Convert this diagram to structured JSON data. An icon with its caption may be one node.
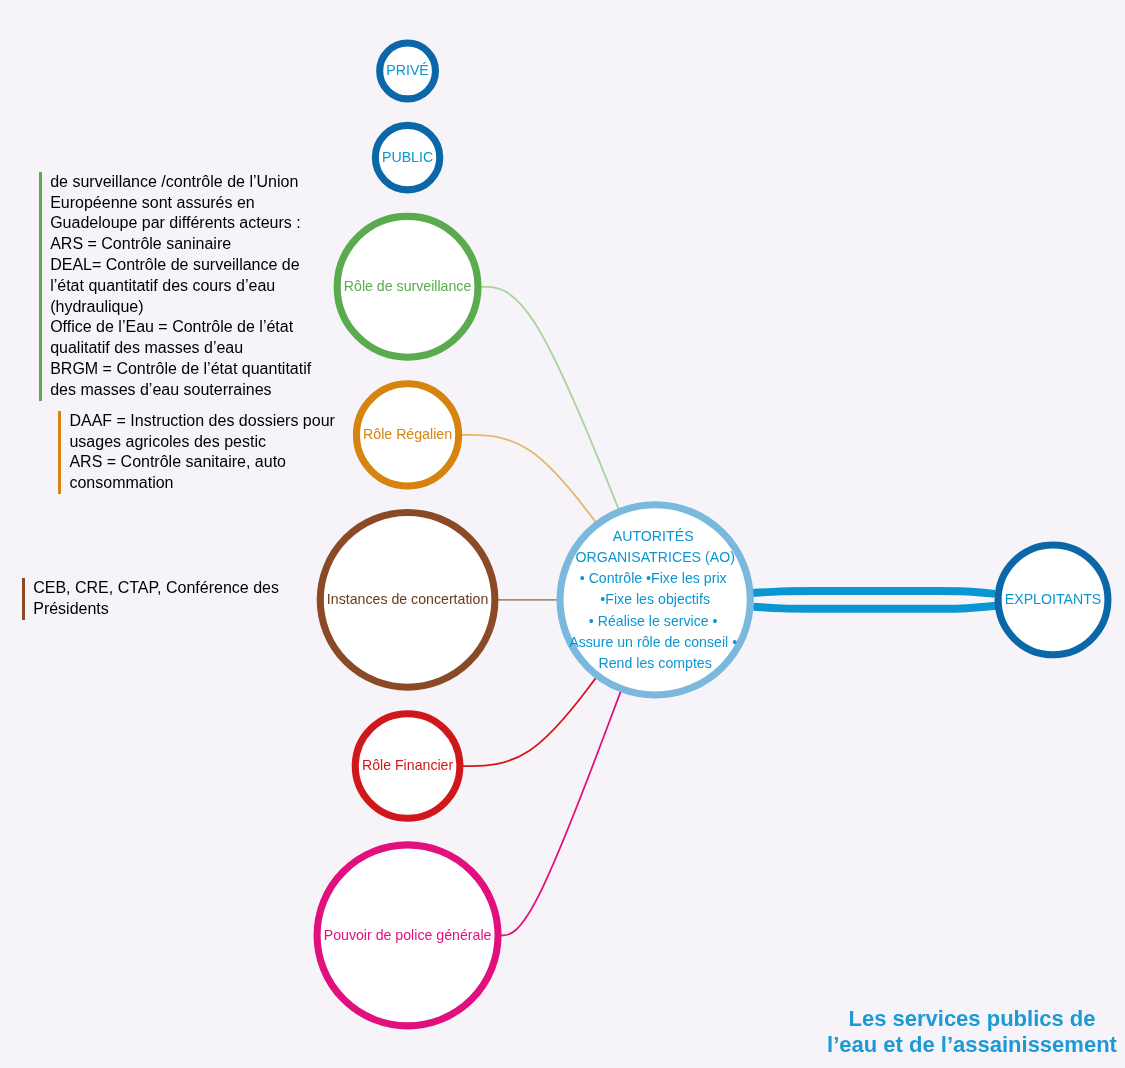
{
  "diagram": {
    "nodes": [
      {
        "text": [
          "AUTORITÉS ORGANISATRICES (AO)",
          "• Contrôle •Fixe les prix •Fixe les objectifs",
          "• Réalise le service • Assure un rôle de conseil • Rend les comptes"
        ]
      },
      {
        "text": [
          "EXPLOITANTS"
        ]
      },
      {
        "text": [
          "PRIVÉ"
        ]
      },
      {
        "text": [
          "PUBLIC"
        ]
      },
      {
        "text": [
          "Rôle de surveillance"
        ],
        "beside": [
          "de surveillance /contrôle de l’Union Européenne sont assurés en Guadeloupe par différents acteurs :",
          "ARS = Contrôle saninaire",
          "DEAL= Contrôle de surveillance de l’état quantitatif des cours d’eau (hydraulique)",
          "Office de l’Eau = Contrôle de l’état qualitatif des masses d’eau",
          "BRGM = Contrôle de l’état quantitatif des masses d’eau souterraines"
        ]
      },
      {
        "text": [
          "Rôle Régalien"
        ],
        "beside": [
          "DAAF = Instruction des dossiers pour usages agricoles des pestic",
          "ARS = Contrôle sanitaire, auto consommation"
        ]
      },
      {
        "text": [
          "Instances de concertation"
        ],
        "beside": [
          "CEB, CRE, CTAP, Conférence des Présidents"
        ]
      },
      {
        "text": [
          "Rôle Financier"
        ]
      },
      {
        "text": [
          "Pouvoir de police générale"
        ]
      }
    ],
    "edges": [
      {
        "from": 4,
        "to": 0,
        "arrow": "none",
        "color": "#a8d39a"
      },
      {
        "from": 5,
        "to": 0,
        "arrow": "none",
        "color": "#eab46a"
      },
      {
        "from": 6,
        "to": 0,
        "arrow": "none",
        "color": "#a88c74"
      },
      {
        "from": 7,
        "to": 0,
        "arrow": "none",
        "color": "#d0171c"
      },
      {
        "from": 8,
        "to": 0,
        "arrow": "none",
        "color": "#e0117f"
      },
      {
        "from": 0,
        "to": 1,
        "arrow": "to",
        "style": "thick",
        "color": "#0a96d2"
      },
      {
        "from": 1,
        "to": 0,
        "arrow": "to",
        "style": "thick",
        "color": "#0a96d2"
      }
    ],
    "labels": [
      "Les services publics de l’eau et de l’assainissement"
    ]
  }
}
